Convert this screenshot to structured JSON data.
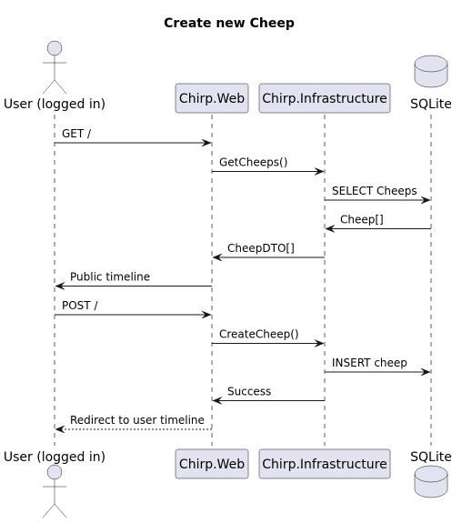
{
  "title": "Create new Cheep",
  "participants": [
    {
      "id": "user",
      "label": "User (logged in)",
      "kind": "actor"
    },
    {
      "id": "web",
      "label": "Chirp.Web",
      "kind": "participant"
    },
    {
      "id": "infra",
      "label": "Chirp.Infrastructure",
      "kind": "participant"
    },
    {
      "id": "db",
      "label": "SQLite",
      "kind": "database"
    }
  ],
  "messages": [
    {
      "from": "user",
      "to": "web",
      "label": "GET /",
      "style": "solid"
    },
    {
      "from": "web",
      "to": "infra",
      "label": "GetCheeps()",
      "style": "solid"
    },
    {
      "from": "infra",
      "to": "db",
      "label": "SELECT Cheeps",
      "style": "solid"
    },
    {
      "from": "db",
      "to": "infra",
      "label": "Cheep[]",
      "style": "solid"
    },
    {
      "from": "infra",
      "to": "web",
      "label": "CheepDTO[]",
      "style": "solid"
    },
    {
      "from": "web",
      "to": "user",
      "label": "Public timeline",
      "style": "solid"
    },
    {
      "from": "user",
      "to": "web",
      "label": "POST /",
      "style": "solid"
    },
    {
      "from": "web",
      "to": "infra",
      "label": "CreateCheep()",
      "style": "solid"
    },
    {
      "from": "infra",
      "to": "db",
      "label": "INSERT cheep",
      "style": "solid"
    },
    {
      "from": "infra",
      "to": "web",
      "label": "Success",
      "style": "solid"
    },
    {
      "from": "web",
      "to": "user",
      "label": "Redirect to user timeline",
      "style": "dashed"
    }
  ],
  "colors": {
    "box_fill": "#E2E2F0",
    "box_stroke": "#181818",
    "lifeline": "#181818",
    "arrow": "#181818"
  }
}
